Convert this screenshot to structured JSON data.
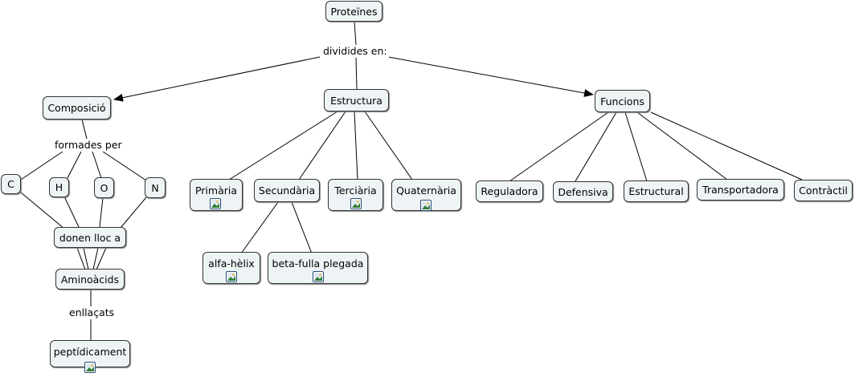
{
  "nodes": {
    "proteines": "Proteïnes",
    "composicio": "Composició",
    "estructura": "Estructura",
    "funcions": "Funcions",
    "c": "C",
    "h": "H",
    "o": "O",
    "n": "N",
    "donen_lloc": "donen lloc a",
    "aminoacids": "Aminoàcids",
    "peptidicament": "peptídicament",
    "primaria": "Primària",
    "secundaria": "Secundària",
    "terciaria": "Terciària",
    "quaternaria": "Quaternària",
    "alfa_helix": "alfa-hèlix",
    "beta_fulla": "beta-fulla plegada",
    "reguladora": "Reguladora",
    "defensiva": "Defensiva",
    "estructural": "Estructural",
    "transportadora": "Transportadora",
    "contractil": "Contràctil"
  },
  "links": {
    "dividides": "dividides en:",
    "formades": "formades per",
    "enllacats": "enllaçats"
  },
  "icons": {
    "resource": "image-resource-icon"
  },
  "colors": {
    "node_fill": "#eef4f5",
    "border": "#333333"
  }
}
